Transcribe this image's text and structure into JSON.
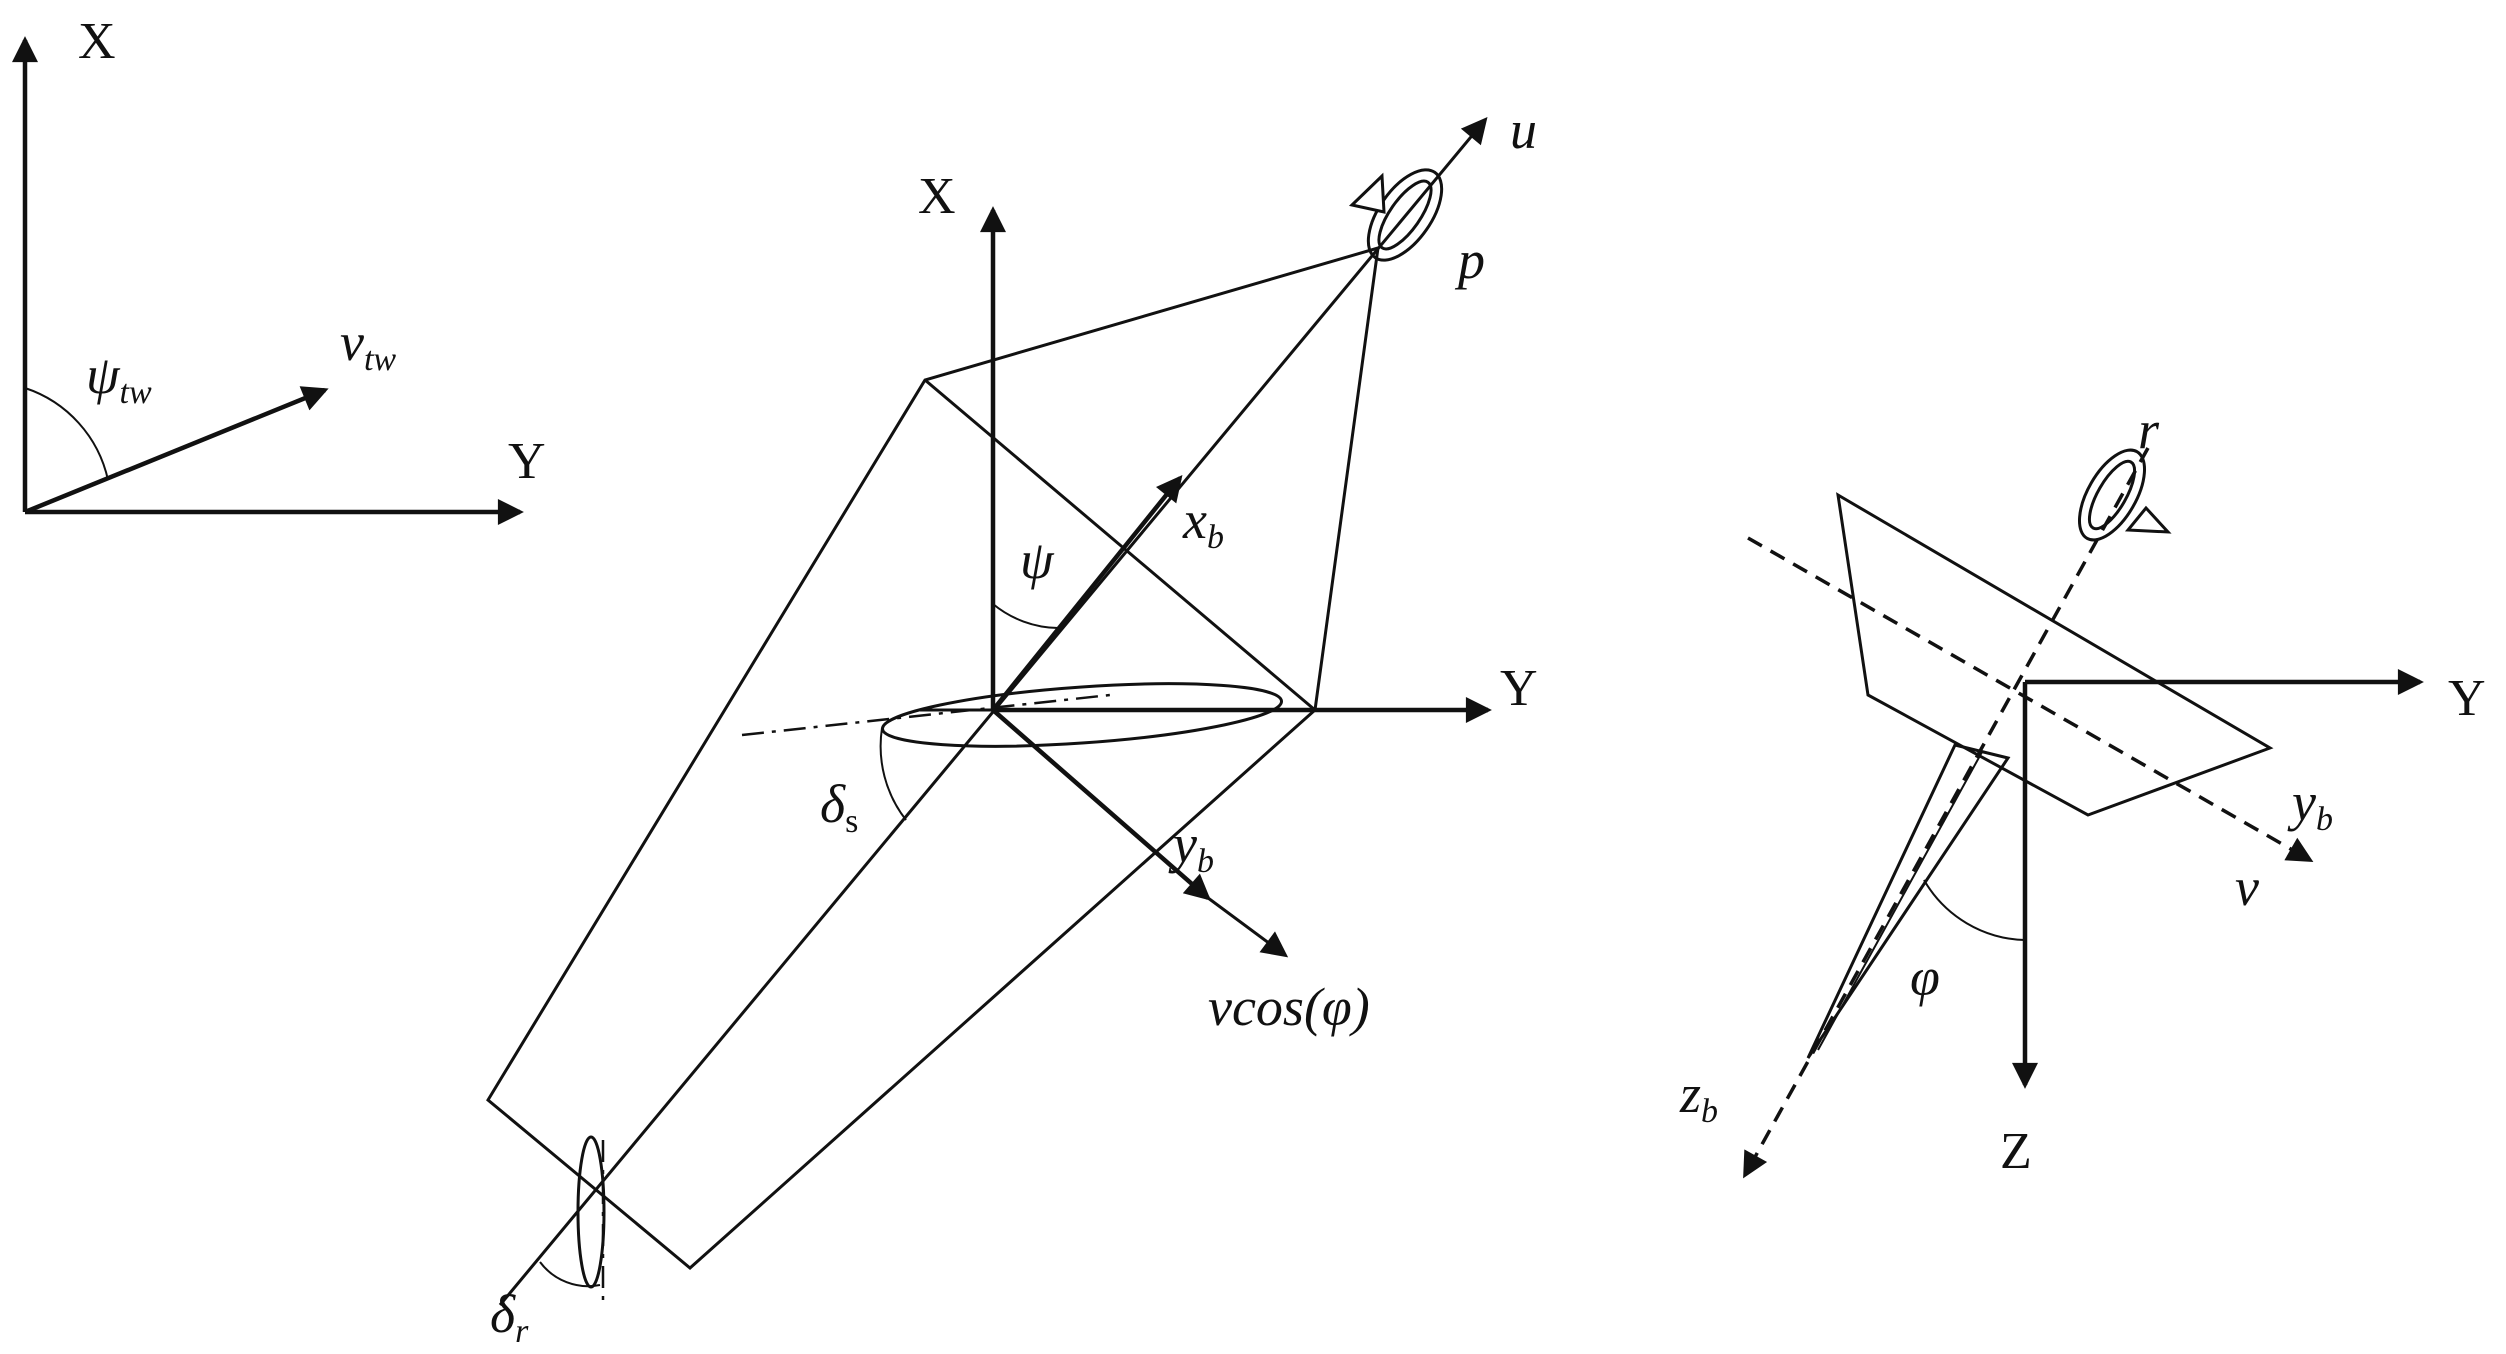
{
  "panel_left": {
    "axis_x": "X",
    "axis_y": "Y",
    "angle_symbol": "ψ",
    "angle_sub": "tw",
    "vector_symbol": "v",
    "vector_sub": "tw"
  },
  "panel_center": {
    "axis_x": "X",
    "axis_y": "Y",
    "axis_u": "u",
    "rate_p": "p",
    "body_x": "x",
    "body_x_sub": "b",
    "body_y": "y",
    "body_y_sub": "b",
    "heading": "ψ",
    "sail_angle": "δ",
    "sail_angle_sub": "s",
    "rudder_angle": "δ",
    "rudder_angle_sub": "r",
    "velocity_label": "vcos(φ)"
  },
  "panel_right": {
    "axis_y": "Y",
    "axis_z": "Z",
    "rate_r": "r",
    "body_y": "y",
    "body_y_sub": "b",
    "body_z": "z",
    "body_z_sub": "b",
    "axis_v": "v",
    "roll": "φ"
  }
}
